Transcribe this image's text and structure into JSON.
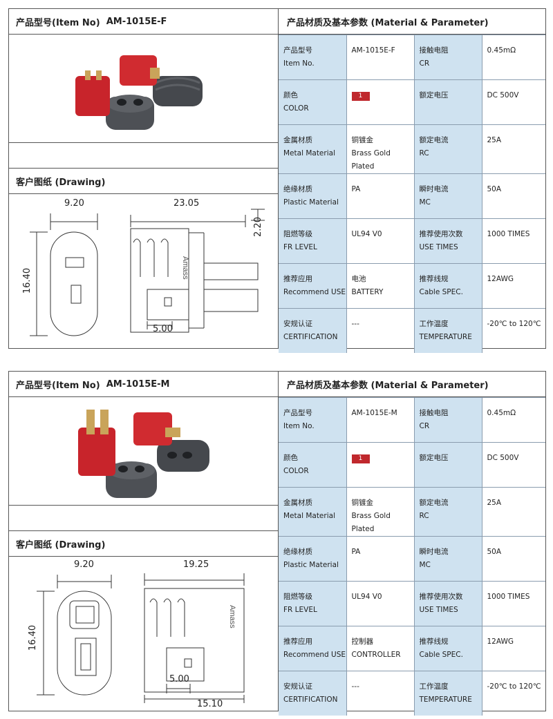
{
  "panels": [
    {
      "item_label": "产品型号(Item No)",
      "item_no": "AM-1015E-F",
      "drawing_label": "客户图纸 (Drawing)",
      "param_title": "产品材质及基本参数 (Material & Parameter)",
      "drawing": {
        "width_dim": "9.20",
        "length_dim": "23.05",
        "height_dim": "16.40",
        "side_dim": "2.20",
        "pin_dim": "5.00",
        "bottom_dim": ""
      },
      "rows": [
        {
          "l1": "产品型号",
          "l2": "Item No.",
          "v1": "AM-1015E-F",
          "v2": "",
          "l3": "接触电阻",
          "l4": "CR",
          "v3": "0.45mΩ"
        },
        {
          "l1": "颜色",
          "l2": "COLOR",
          "v1": "1",
          "v2": "",
          "l3": "额定电压",
          "l4": "",
          "v3": "DC 500V"
        },
        {
          "l1": "金属材质",
          "l2": "Metal Material",
          "v1": "铜镀金",
          "v2": "Brass Gold Plated",
          "l3": "额定电流",
          "l4": "RC",
          "v3": "25A"
        },
        {
          "l1": "绝缘材质",
          "l2": "Plastic Material",
          "v1": "PA",
          "v2": "",
          "l3": "瞬时电流",
          "l4": "MC",
          "v3": "50A"
        },
        {
          "l1": "阻燃等级",
          "l2": "FR LEVEL",
          "v1": "UL94 V0",
          "v2": "",
          "l3": "推荐使用次数",
          "l4": "USE TIMES",
          "v3": "1000 TIMES"
        },
        {
          "l1": "推荐应用",
          "l2": "Recommend USE",
          "v1": "电池",
          "v2": "BATTERY",
          "l3": "推荐线规",
          "l4": "Cable SPEC.",
          "v3": "12AWG"
        },
        {
          "l1": "安规认证",
          "l2": "CERTIFICATION",
          "v1": "---",
          "v2": "",
          "l3": "工作温度",
          "l4": "TEMPERATURE",
          "v3": "-20℃ to 120℃"
        }
      ]
    },
    {
      "item_label": "产品型号(Item No)",
      "item_no": "AM-1015E-M",
      "drawing_label": "客户图纸 (Drawing)",
      "param_title": "产品材质及基本参数 (Material & Parameter)",
      "drawing": {
        "width_dim": "9.20",
        "length_dim": "19.25",
        "height_dim": "16.40",
        "side_dim": "",
        "pin_dim": "5.00",
        "bottom_dim": "15.10"
      },
      "rows": [
        {
          "l1": "产品型号",
          "l2": "Item No.",
          "v1": "AM-1015E-M",
          "v2": "",
          "l3": "接触电阻",
          "l4": "CR",
          "v3": "0.45mΩ"
        },
        {
          "l1": "颜色",
          "l2": "COLOR",
          "v1": "1",
          "v2": "",
          "l3": "额定电压",
          "l4": "",
          "v3": "DC 500V"
        },
        {
          "l1": "金属材质",
          "l2": "Metal Material",
          "v1": "铜镀金",
          "v2": "Brass Gold Plated",
          "l3": "额定电流",
          "l4": "RC",
          "v3": "25A"
        },
        {
          "l1": "绝缘材质",
          "l2": "Plastic Material",
          "v1": "PA",
          "v2": "",
          "l3": "瞬时电流",
          "l4": "MC",
          "v3": "50A"
        },
        {
          "l1": "阻燃等级",
          "l2": "FR LEVEL",
          "v1": "UL94 V0",
          "v2": "",
          "l3": "推荐使用次数",
          "l4": "USE TIMES",
          "v3": "1000 TIMES"
        },
        {
          "l1": "推荐应用",
          "l2": "Recommend USE",
          "v1": "控制器",
          "v2": "CONTROLLER",
          "l3": "推荐线规",
          "l4": "Cable SPEC.",
          "v3": "12AWG"
        },
        {
          "l1": "安规认证",
          "l2": "CERTIFICATION",
          "v1": "---",
          "v2": "",
          "l3": "工作温度",
          "l4": "TEMPERATURE",
          "v3": "-20℃ to 120℃"
        }
      ]
    }
  ],
  "colors": {
    "label_bg": "#cfe2f0",
    "swatch": "#c0282d",
    "plug_red": "#c8242b",
    "cover_grey": "#4a4d52"
  }
}
